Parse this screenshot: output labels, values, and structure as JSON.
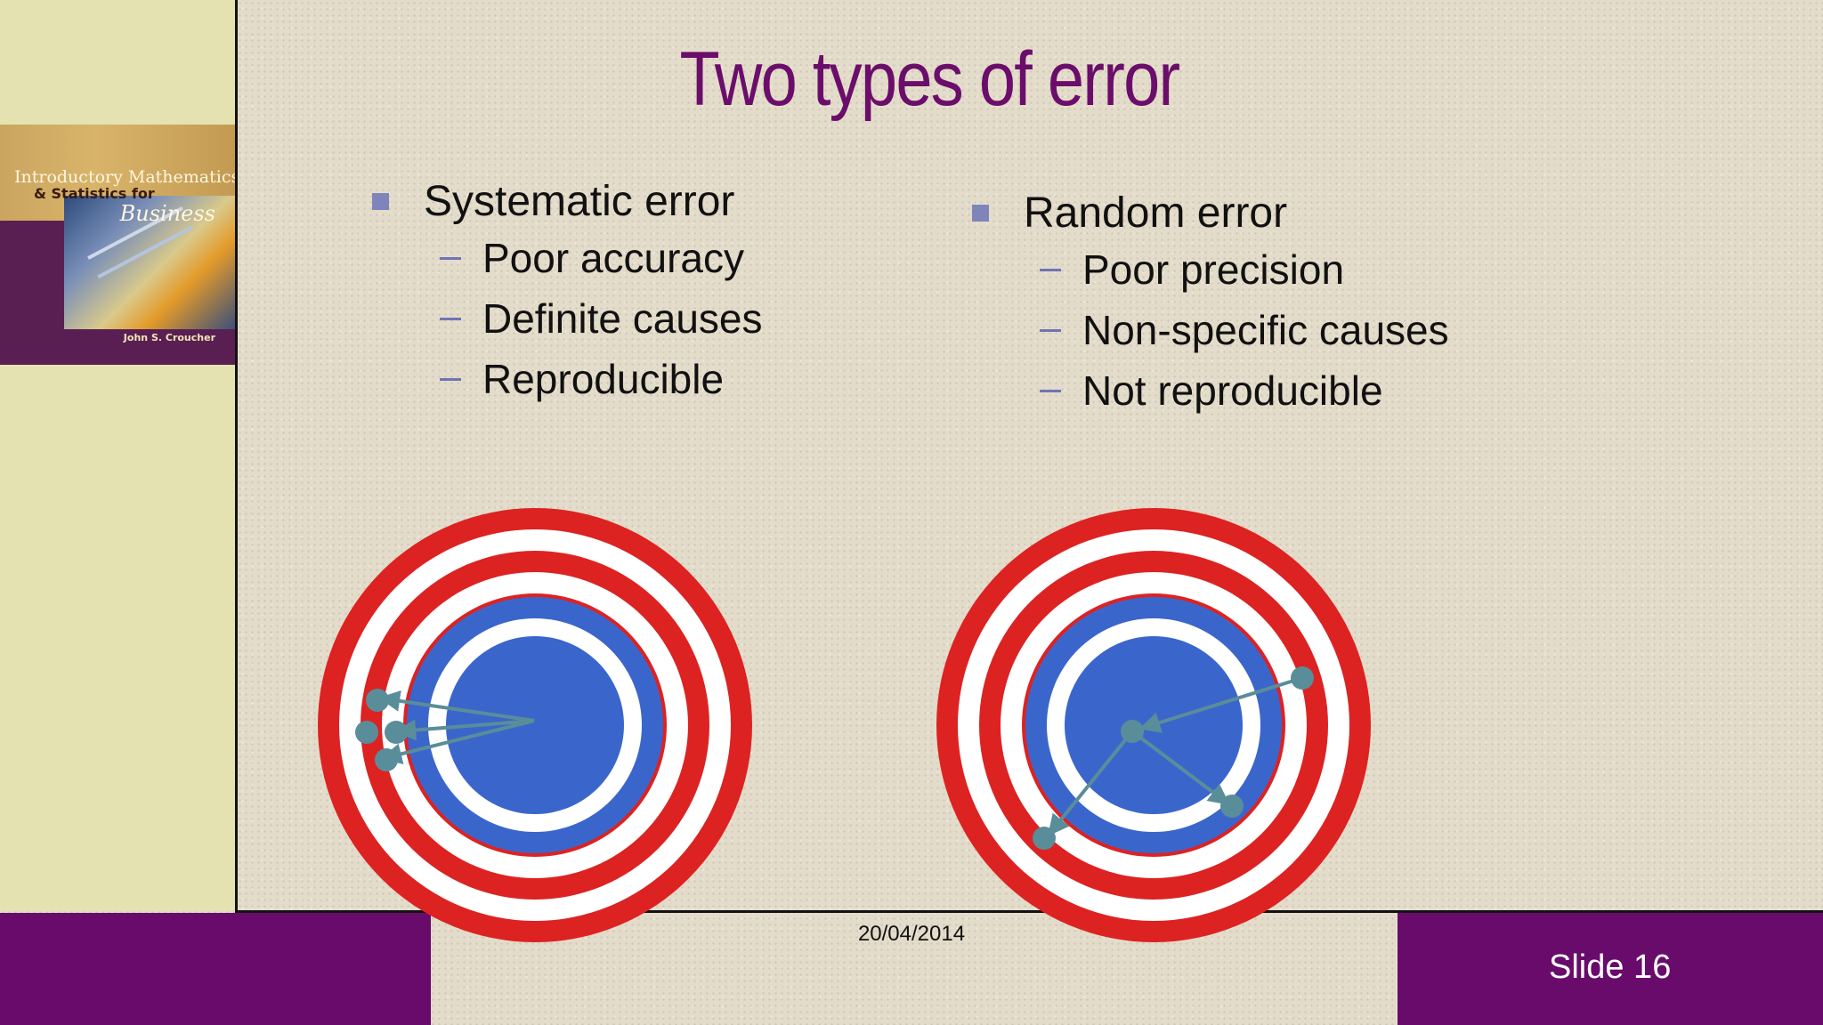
{
  "title": "Two types of error",
  "book_cover": {
    "title_line1": "Introductory Mathematics",
    "title_line2": "& Statistics for",
    "title_line3": "Business",
    "author": "John S. Croucher"
  },
  "left_column": {
    "heading": "Systematic error",
    "items": [
      "Poor accuracy",
      "Definite causes",
      "Reproducible"
    ]
  },
  "right_column": {
    "heading": "Random error",
    "items": [
      "Poor precision",
      "Non-specific causes",
      "Not reproducible"
    ]
  },
  "footer": {
    "date": "20/04/2014",
    "slide_label": "Slide 16"
  },
  "colors": {
    "title": "#6b0e6b",
    "footer_bar": "#680b6b",
    "bullet_square": "#7f84ba",
    "target_red": "#dd2222",
    "target_blue": "#3a66cc",
    "marker": "#5a8d9a"
  },
  "icons": [
    "bullet-square-icon",
    "dash-icon",
    "target-icon",
    "dart-marker-icon"
  ]
}
